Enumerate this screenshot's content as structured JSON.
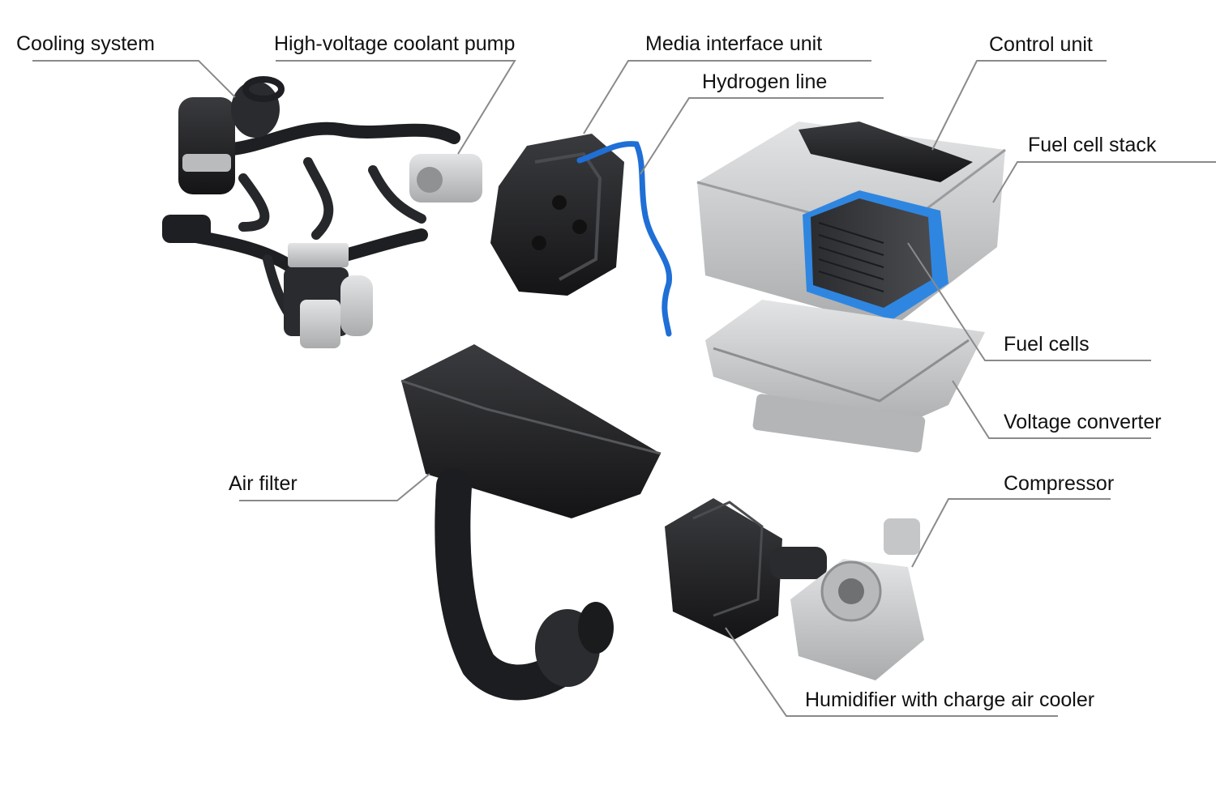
{
  "diagram": {
    "labels": {
      "cooling_system": "Cooling system",
      "hv_coolant_pump": "High-voltage coolant pump",
      "media_interface_unit": "Media interface unit",
      "hydrogen_line": "Hydrogen line",
      "control_unit": "Control unit",
      "fuel_cell_stack": "Fuel cell stack",
      "fuel_cells": "Fuel cells",
      "voltage_converter": "Voltage converter",
      "air_filter": "Air filter",
      "compressor": "Compressor",
      "humidifier": "Humidifier with charge air cooler"
    },
    "colors": {
      "leader_line": "#8a8a8a",
      "hydrogen_blue": "#1f6fd6",
      "stack_blue": "#2f86e0",
      "dark_part": "#1e1f22",
      "aluminum": "#c9cbcd"
    }
  }
}
